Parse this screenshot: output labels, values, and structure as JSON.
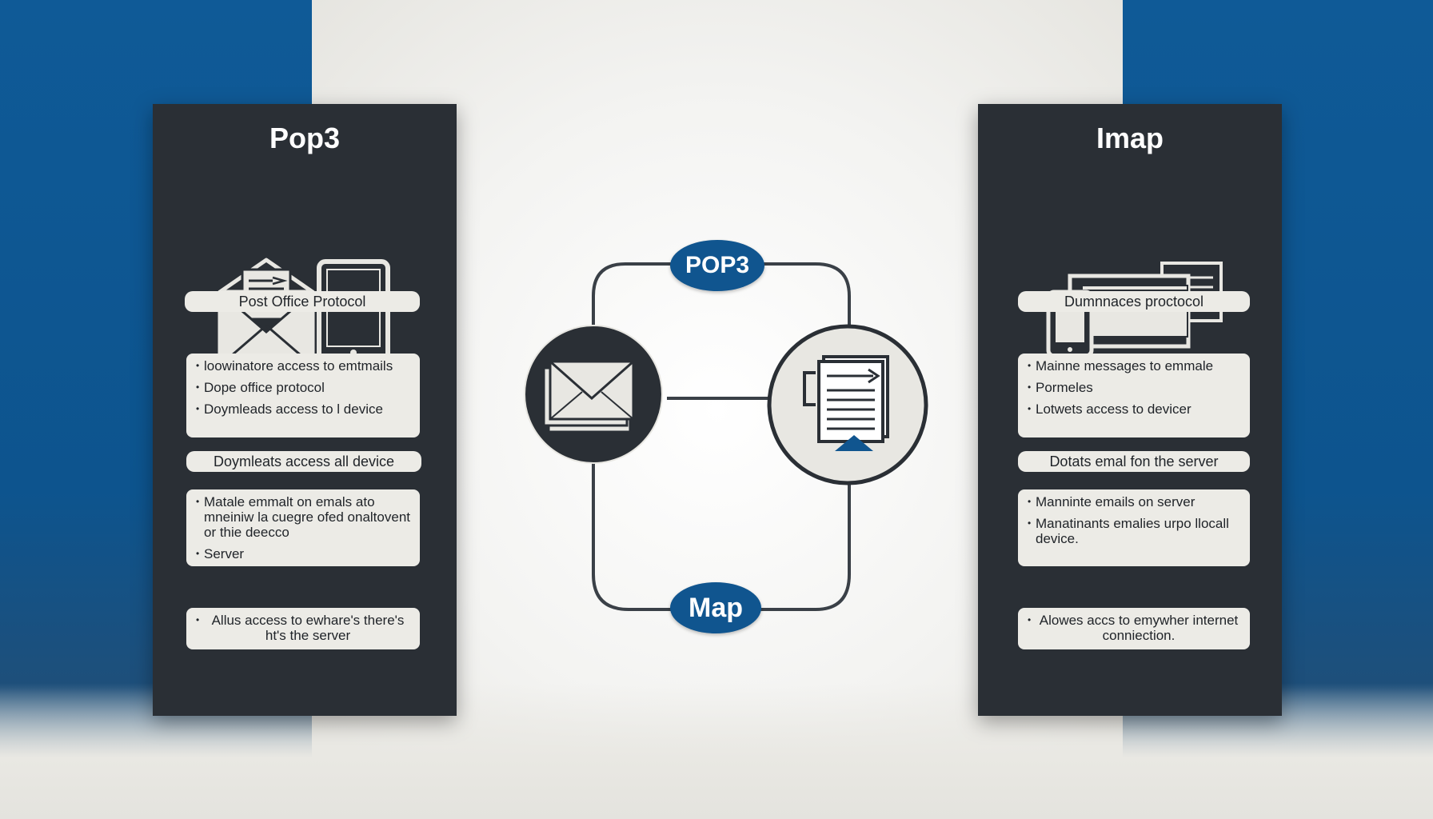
{
  "left_panel": {
    "title": "Pop3",
    "label": "Post Office  Protocol",
    "card1_items": [
      "loowinatore access to emtmails",
      "Dope office protocol",
      "Doymleads access to l device"
    ],
    "pill2": "Doymleats access all device",
    "card2_items": [
      "Matale emmalt on emals ato mneiniw la cuegre ofed onaltovent or thie deecco",
      "Server"
    ],
    "card3_items": [
      "Allus access to ewhare's there's ht's the server"
    ]
  },
  "right_panel": {
    "title": "Imap",
    "label": "Dumnnaces proctocol",
    "card1_items": [
      "Mainne messages to emmale",
      "Pormeles",
      "Lotwets access to devicer"
    ],
    "pill2": "Dotats emal fon the server",
    "card2_items": [
      "Manninte emails on server",
      "Manatinants emalies urpo llocall device."
    ],
    "card3_items": [
      "Alowes accs to emywher internet conniection."
    ]
  },
  "center": {
    "top_badge": "POP3",
    "bottom_badge": "Map",
    "left_node_icon": "mail-envelope-icon",
    "right_node_icon": "document-icon"
  },
  "colors": {
    "brand_blue": "#10558f",
    "panel_dark": "#2a2f35",
    "card_bg": "#ecebe6"
  }
}
